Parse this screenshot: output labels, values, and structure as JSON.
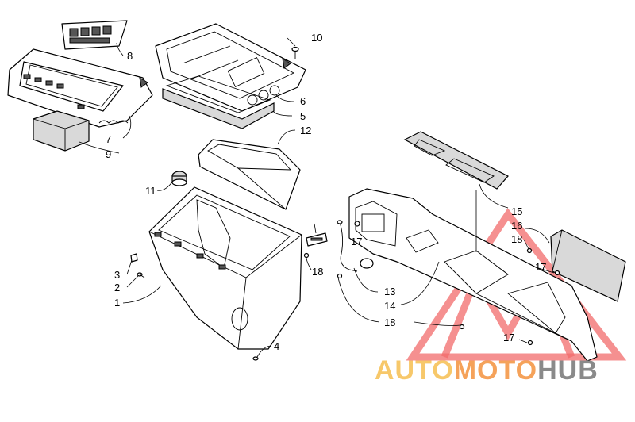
{
  "callouts": {
    "c1": "1",
    "c2": "2",
    "c3": "3",
    "c4": "4",
    "c5": "5",
    "c6": "6",
    "c7": "7",
    "c8": "8",
    "c9": "9",
    "c10": "10",
    "c11": "11",
    "c12": "12",
    "c13": "13",
    "c14": "14",
    "c15": "15",
    "c16": "16",
    "c17a": "17",
    "c17b": "17",
    "c17c": "17",
    "c18a": "18",
    "c18b": "18",
    "c18c": "18"
  },
  "watermark": {
    "part1": "AUTO",
    "part2": "MOTO",
    "part3": "HUB",
    "colors": {
      "auto": "#f7c86a",
      "moto": "#f5a25a",
      "hub": "#8a8a8a",
      "logo": "#f26b6b"
    }
  }
}
